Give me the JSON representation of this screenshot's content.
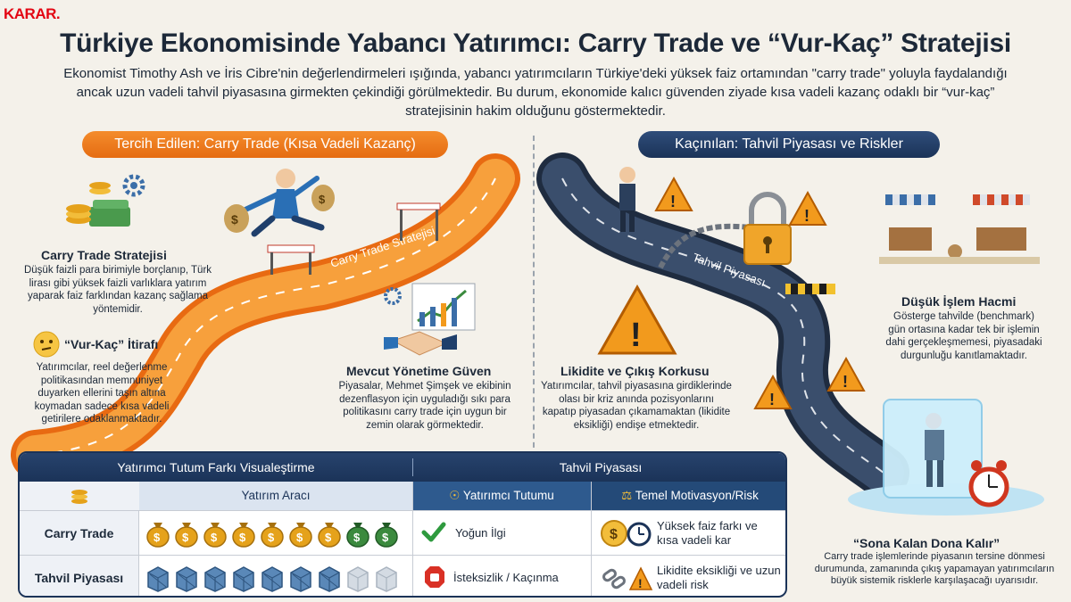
{
  "brand": "KARAR.",
  "title": "Türkiye Ekonomisinde Yabancı Yatırımcı: Carry Trade ve “Vur-Kaç” Stratejisi",
  "intro": "Ekonomist Timothy Ash ve İris Cibre'nin değerlendirmeleri ışığında, yabancı yatırımcıların Türkiye'deki yüksek faiz ortamından \"carry trade\" yoluyla faydalandığı ancak uzun vadeli tahvil piyasasına girmekten çekindiği görülmektedir. Bu durum, ekonomide kalıcı güvenden ziyade kısa vadeli kazanç odaklı bir “vur-kaç” stratejisinin hakim olduğunu göstermektedir.",
  "left": {
    "header": "Tercih Edilen: Carry Trade (Kısa Vadeli Kazanç)",
    "road_label": "Carry Trade Stratejisi",
    "carry": {
      "title": "Carry Trade Stratejisi",
      "text": "Düşük faizli para birimiyle borçlanıp, Türk lirası gibi yüksek faizli varlıklara yatırım yaparak faiz farklından kazanç sağlama yöntemidir."
    },
    "confession": {
      "title": "“Vur-Kaç” İtirafı",
      "text": "Yatırımcılar, reel değerlenme politikasından memnuniyet duyarken ellerini taşın altına koymadan sadece kısa vadeli getirilere odaklanmaktadır."
    },
    "trust": {
      "title": "Mevcut Yönetime Güven",
      "text": "Piyasalar, Mehmet Şimşek ve ekibinin dezenflasyon için uyguladığı sıkı para politikasını carry trade için uygun bir zemin olarak görmektedir."
    }
  },
  "right": {
    "header": "Kaçınılan: Tahvil Piyasası ve Riskler",
    "road_label": "Tahvil Piyasası",
    "volume": {
      "title": "Düşük İşlem Hacmi",
      "text": "Gösterge tahvilde (benchmark) gün ortasına kadar tek bir işlemin dahi gerçekleşmemesi, piyasadaki durgunluğu kanıtlamaktadır."
    },
    "liquidity": {
      "title": "Likidite ve Çıkış Korkusu",
      "text": "Yatırımcılar, tahvil piyasasına girdiklerinde olası bir kriz anında pozisyonlarını kapatıp piyasadan çıkamamaktan (likidite eksikliği) endişe etmektedir."
    },
    "frozen": {
      "title": "“Sona Kalan Dona Kalır”",
      "text": "Carry trade işlemlerinde piyasanın tersine dönmesi durumunda, zamanında çıkış yapamayan yatırımcıların büyük sistemik risklerle karşılaşacağı uyarısıdır."
    }
  },
  "table": {
    "header_left": "Yatırımcı Tutum Farkı Visualeştirme",
    "header_right": "Tahvil Piyasası",
    "col_instrument": "Yatırım Aracı",
    "col_attitude": "Yatırımcı Tutumu",
    "col_motivation": "Temel Motivasyon/Risk",
    "rows": [
      {
        "label": "Carry Trade",
        "attitude": "Yoğun İlgi",
        "motivation": "Yüksek faiz farkı ve kısa vadeli kar",
        "icon_count": 9
      },
      {
        "label": "Tahvil Piyasası",
        "attitude": "İsteksizlik / Kaçınma",
        "motivation": "Likidite eksikliği ve uzun vadeli risk",
        "icon_count": 9
      }
    ]
  },
  "colors": {
    "orange": "#f07a1f",
    "navy": "#1b3358",
    "road_dark": "#2d3e57",
    "warning": "#f29a1d",
    "money_green": "#3b8a3e",
    "gold": "#e5a21b"
  },
  "icons": [
    "money-bag-icon",
    "gear-icon",
    "thinking-face-icon",
    "handshake-icon",
    "warning-icon",
    "padlock-icon",
    "chain-icon",
    "alarm-clock-icon",
    "checkmark-icon",
    "stop-icon",
    "scales-icon",
    "person-search-icon",
    "coins-icon",
    "ice-cube-icon"
  ]
}
